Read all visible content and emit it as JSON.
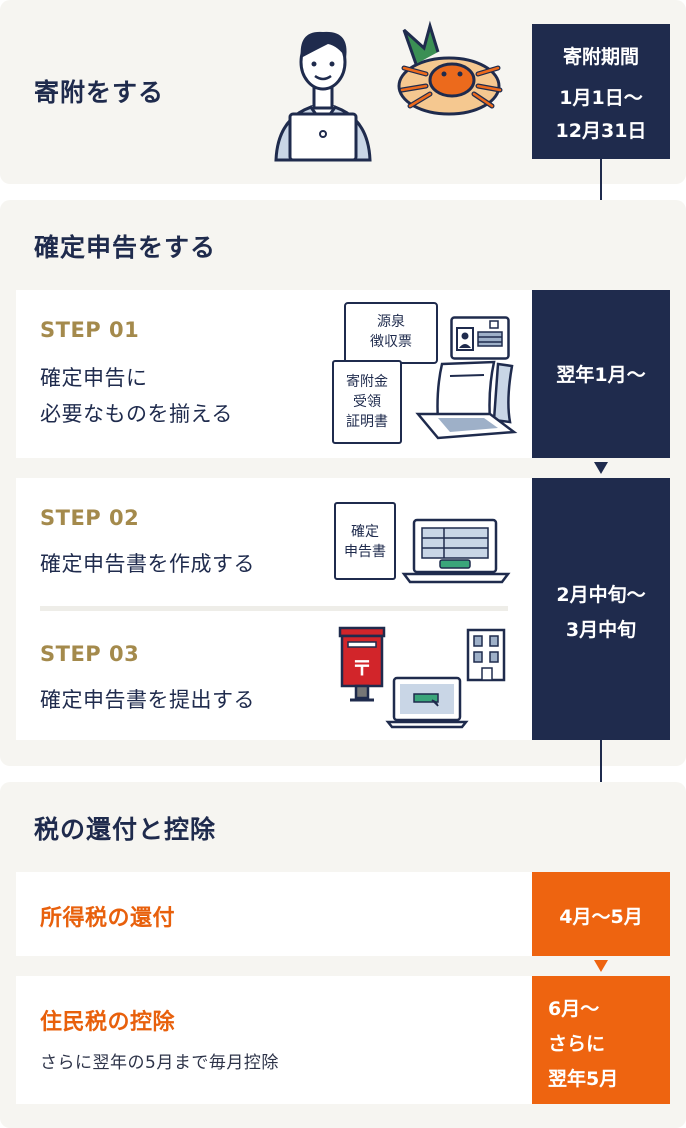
{
  "section1": {
    "title": "寄附をする",
    "badge_heading": "寄附期間",
    "badge_line1": "1月1日〜",
    "badge_line2": "12月31日"
  },
  "section2": {
    "title": "確定申告をする",
    "step1": {
      "label": "STEP 01",
      "desc_line1": "確定申告に",
      "desc_line2": "必要なものを揃える",
      "doc1_line1": "源泉",
      "doc1_line2": "徴収票",
      "doc2_line1": "寄附金",
      "doc2_line2": "受領",
      "doc2_line3": "証明書"
    },
    "step1_period": "翌年1月〜",
    "step2": {
      "label": "STEP 02",
      "desc": "確定申告書を作成する",
      "doc_line1": "確定",
      "doc_line2": "申告書"
    },
    "step3": {
      "label": "STEP 03",
      "desc": "確定申告書を提出する",
      "postbox_mark": "〒"
    },
    "step23_period_line1": "2月中旬〜",
    "step23_period_line2": "3月中旬"
  },
  "section3": {
    "title": "税の還付と控除",
    "item1_title": "所得税の還付",
    "item1_period": "4月〜5月",
    "item2_title": "住民税の控除",
    "item2_desc": "さらに翌年の5月まで毎月控除",
    "item2_period_line1": "6月〜",
    "item2_period_line2": "さらに",
    "item2_period_line3": "翌年5月"
  },
  "colors": {
    "navy": "#1f2b4d",
    "orange": "#ee6410",
    "gold": "#a48a4c",
    "section_bg": "#f6f5f1"
  },
  "icons": [
    "person-laptop-icon",
    "crab-dish-icon",
    "documents-icon",
    "id-card-icon",
    "laptop-icon",
    "postbox-icon",
    "building-icon",
    "arrow-down-icon"
  ]
}
